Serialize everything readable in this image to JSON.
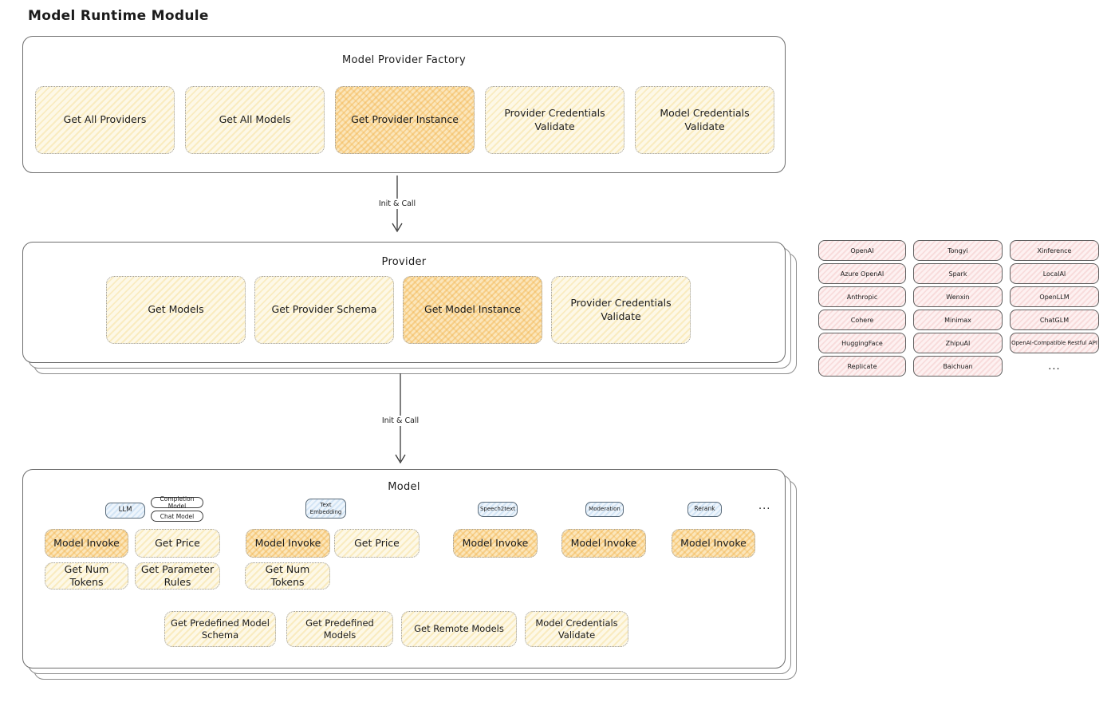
{
  "page": {
    "title": "Model Runtime Module"
  },
  "colors": {
    "ink": "#1b1b1b",
    "box_border": "#6e6e6e",
    "light_node_fill": "#fdf8e7",
    "light_node_hatch": "#f3d682",
    "highlight_node_fill": "#fbe6bb",
    "highlight_node_hatch": "#f2b248",
    "provider_item_fill": "#fdf1f1",
    "provider_item_hatch": "#e17878",
    "tab_fill": "#eef5fc",
    "tab_hatch": "#82b4e1"
  },
  "factory": {
    "title": "Model Provider Factory",
    "buttons": [
      {
        "label": "Get All Providers",
        "highlighted": false
      },
      {
        "label": "Get All Models",
        "highlighted": false
      },
      {
        "label": "Get Provider Instance",
        "highlighted": true
      },
      {
        "label": "Provider Credentials Validate",
        "highlighted": false
      },
      {
        "label": "Model Credentials Validate",
        "highlighted": false
      }
    ]
  },
  "arrows": {
    "label1": "Init & Call",
    "label2": "Init & Call"
  },
  "provider": {
    "title": "Provider",
    "buttons": [
      {
        "label": "Get Models",
        "highlighted": false
      },
      {
        "label": "Get Provider Schema",
        "highlighted": false
      },
      {
        "label": "Get Model Instance",
        "highlighted": true
      },
      {
        "label": "Provider Credentials Validate",
        "highlighted": false
      }
    ]
  },
  "provider_list": {
    "items": [
      "OpenAI",
      "Tongyi",
      "Xinference",
      "Azure OpenAI",
      "Spark",
      "LocalAI",
      "Anthropic",
      "Wenxin",
      "OpenLLM",
      "Cohere",
      "Minimax",
      "ChatGLM",
      "HuggingFace",
      "ZhipuAI",
      "OpenAI-Compatible Restful API",
      "Replicate",
      "Baichuan"
    ],
    "more": "..."
  },
  "model": {
    "title": "Model",
    "groups": [
      {
        "tabs": [
          "LLM",
          "Completion Model",
          "Chat Model"
        ],
        "actions": [
          "Model Invoke",
          "Get Price",
          "Get Num Tokens",
          "Get Parameter Rules"
        ]
      },
      {
        "tabs": [
          "Text Embedding"
        ],
        "actions": [
          "Model Invoke",
          "Get Price",
          "Get Num Tokens"
        ]
      },
      {
        "tabs": [
          "Speech2text"
        ],
        "actions": [
          "Model Invoke"
        ]
      },
      {
        "tabs": [
          "Moderation"
        ],
        "actions": [
          "Model Invoke"
        ]
      },
      {
        "tabs": [
          "Rerank"
        ],
        "actions": [
          "Model Invoke"
        ]
      }
    ],
    "more_tabs": "...",
    "bottom_actions": [
      "Get Predefined Model Schema",
      "Get Predefined Models",
      "Get Remote Models",
      "Model Credentials Validate"
    ]
  }
}
